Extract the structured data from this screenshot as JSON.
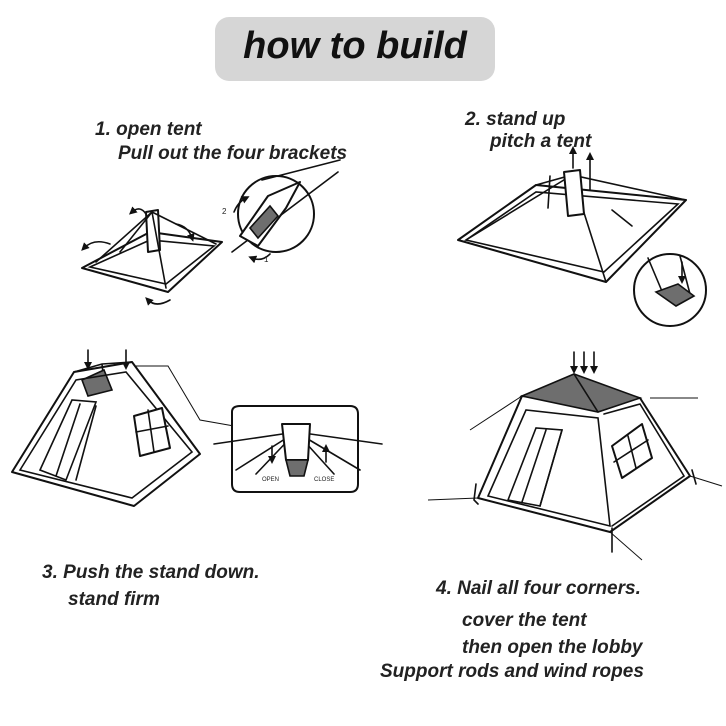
{
  "title": "how to build",
  "steps": [
    {
      "number": "1.",
      "heading": "open tent",
      "lines": [
        "Pull out the four brackets"
      ]
    },
    {
      "number": "2.",
      "heading": "stand up",
      "lines": [
        "pitch a tent"
      ]
    },
    {
      "number": "3.",
      "heading": "Push the stand down.",
      "lines": [
        "stand firm"
      ]
    },
    {
      "number": "4.",
      "heading": "Nail all four corners.",
      "lines": [
        "cover the tent",
        "then open the lobby",
        "Support rods and wind ropes"
      ]
    }
  ],
  "labels": {
    "open": "OPEN",
    "close": "CLOSE",
    "marker_1": "1",
    "marker_2": "2"
  }
}
